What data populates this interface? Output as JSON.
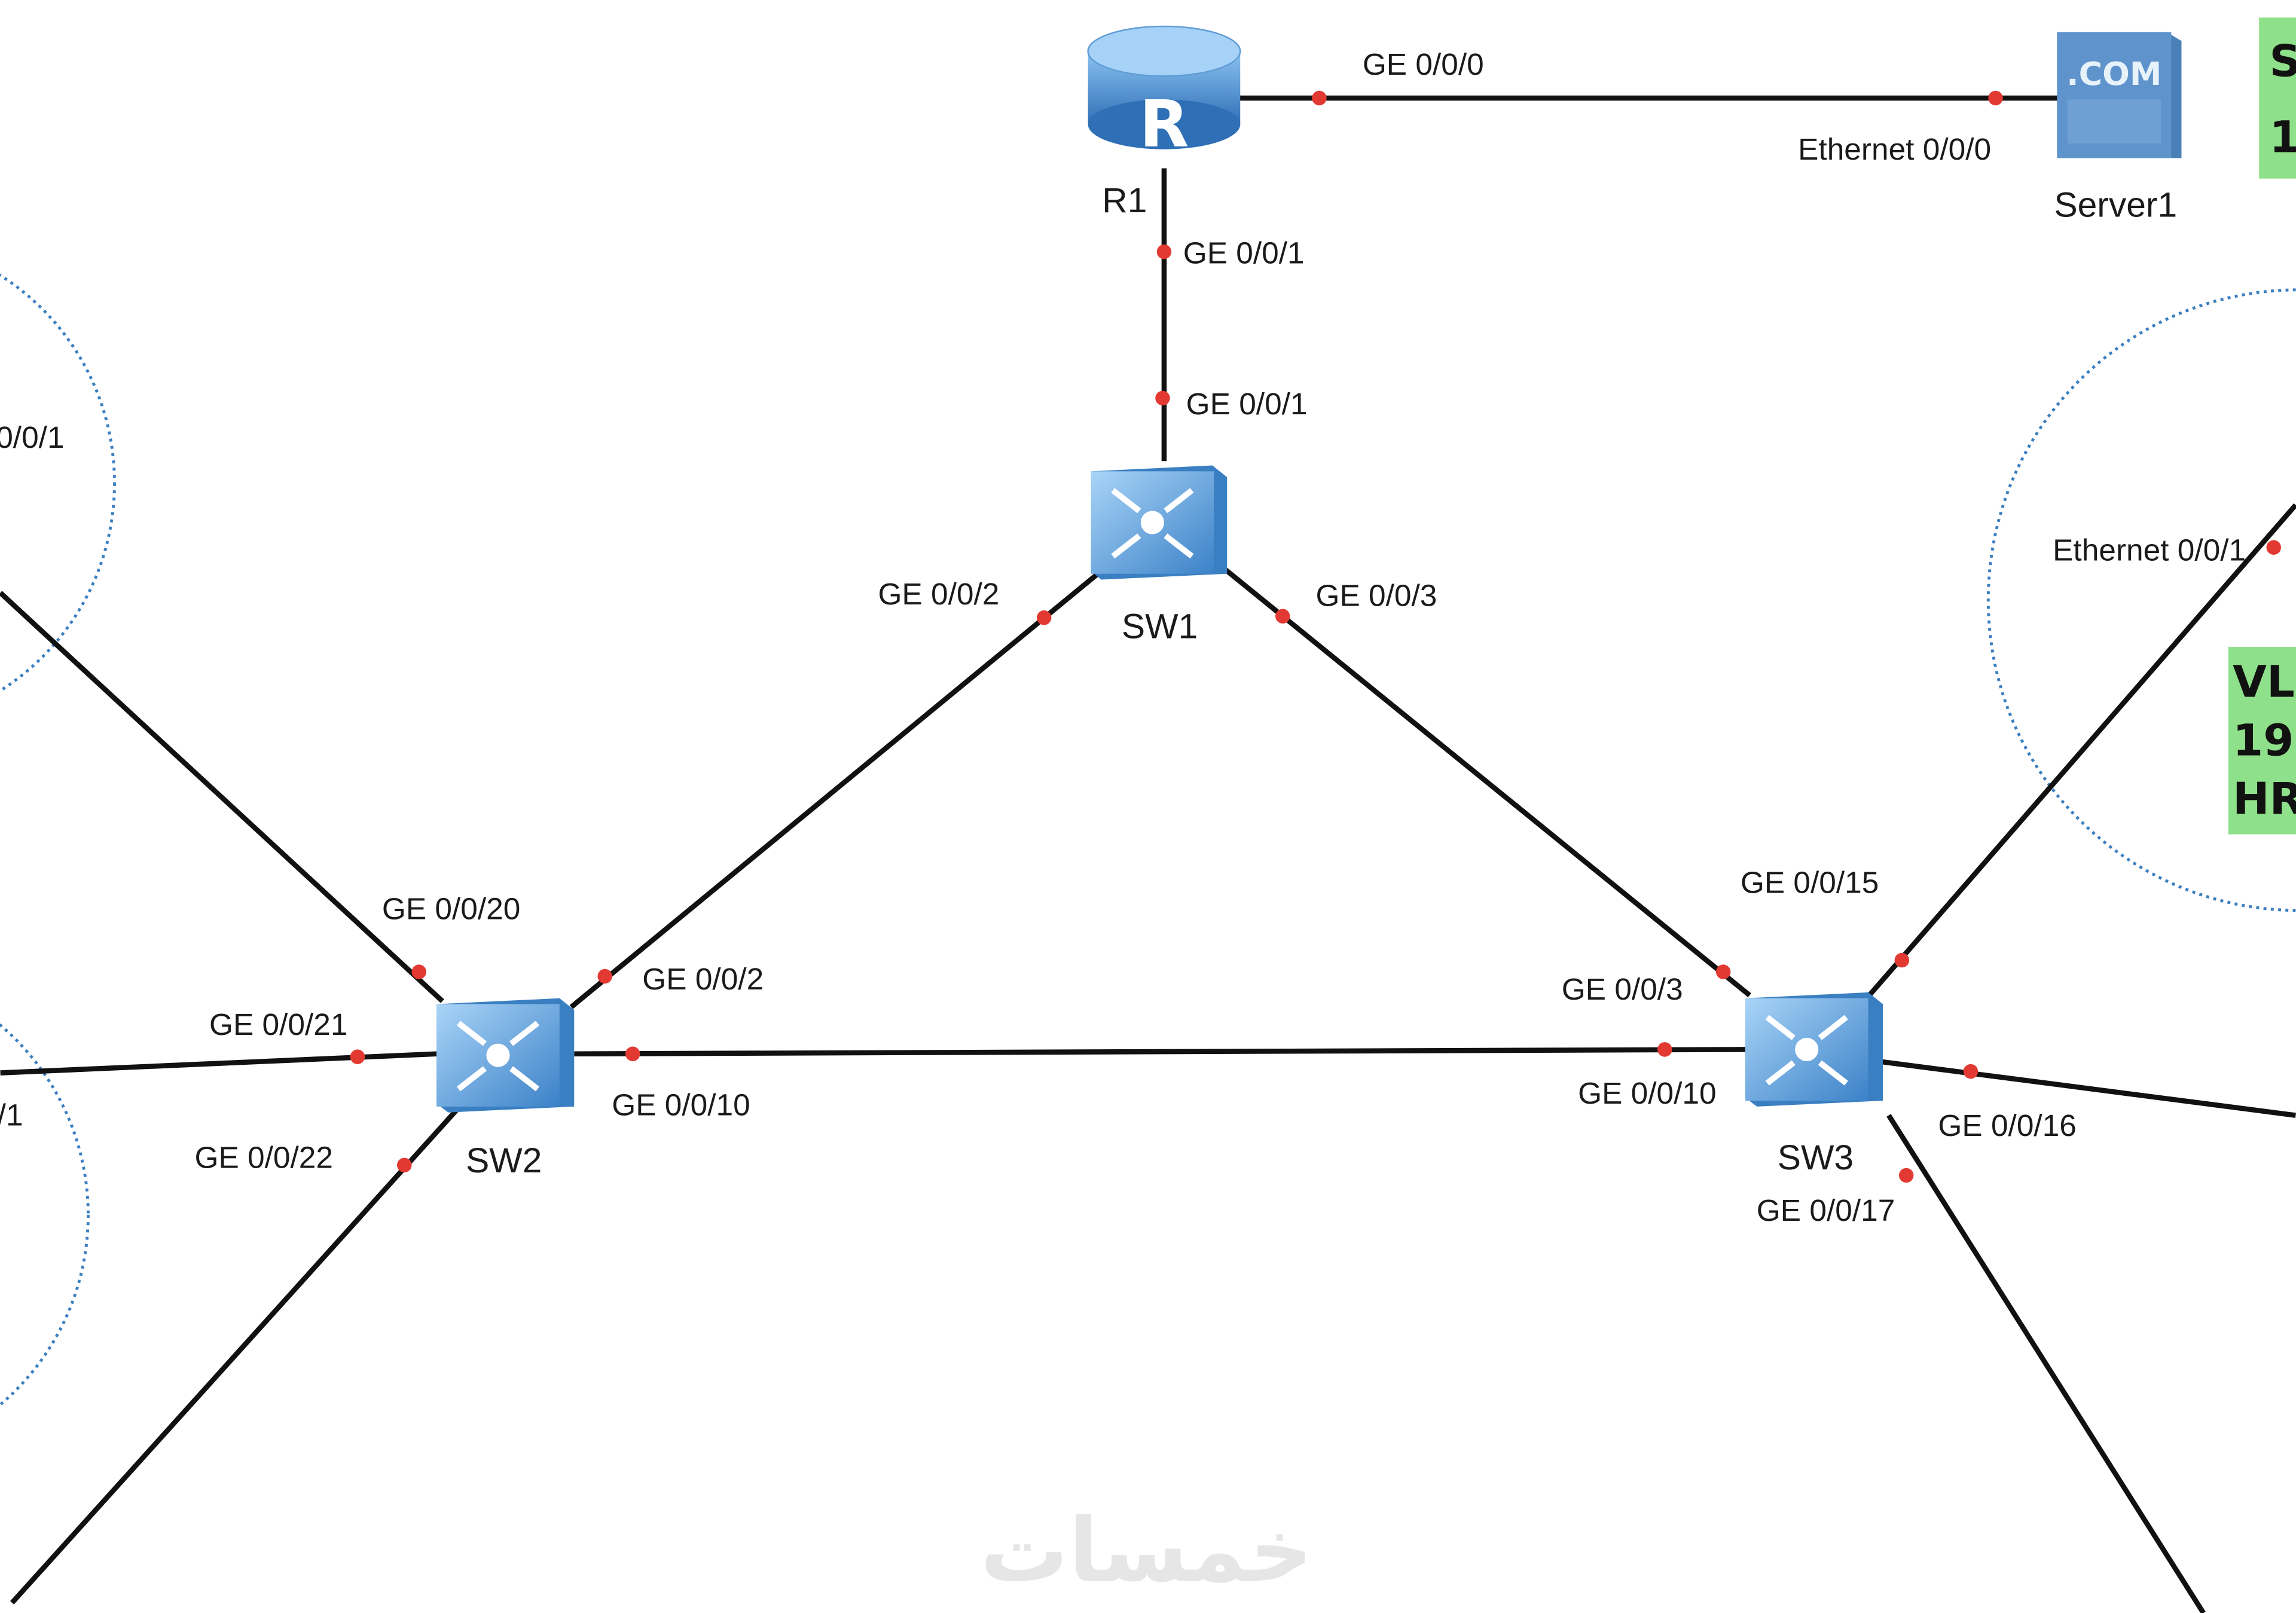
{
  "nodes": {
    "r1": {
      "label": "R1",
      "icon": "router-icon",
      "icon_text": "R"
    },
    "server1": {
      "label": "Server1",
      "icon": "server-icon",
      "icon_text": ".COM"
    },
    "sw1": {
      "label": "SW1",
      "icon": "l3-switch-icon"
    },
    "sw2": {
      "label": "SW2",
      "icon": "l3-switch-icon"
    },
    "sw3": {
      "label": "SW3",
      "icon": "l3-switch-icon"
    }
  },
  "ports": {
    "r1_ge000": "GE 0/0/0",
    "server_eth000": "Ethernet 0/0/0",
    "r1_ge001": "GE 0/0/1",
    "sw1_ge001": "GE 0/0/1",
    "sw1_ge002": "GE 0/0/2",
    "sw1_ge003": "GE 0/0/3",
    "sw2_ge002": "GE 0/0/2",
    "sw2_ge0010": "GE 0/0/10",
    "sw2_ge0020": "GE 0/0/20",
    "sw2_ge0021": "GE 0/0/21",
    "sw2_ge0022": "GE 0/0/22",
    "sw3_ge003": "GE 0/0/3",
    "sw3_ge0010": "GE 0/0/10",
    "sw3_ge0015": "GE 0/0/15",
    "sw3_ge0016": "GE 0/0/16",
    "sw3_ge0017": "GE 0/0/17",
    "right_pc_eth001": "Ethernet 0/0/1",
    "left_top_partial": "0/0/1",
    "left_mid_partial": "/1"
  },
  "notes": {
    "top_right": [
      "S",
      "1"
    ],
    "right_vlan": [
      "VL",
      "19",
      "HR"
    ]
  },
  "colors": {
    "link": "#111111",
    "port_dot": "#e23a32",
    "zone_outline": "#3b7fc0",
    "note_bg": "#8fe08a",
    "device_blue": "#4f8fd0"
  },
  "watermark": "خمسات"
}
